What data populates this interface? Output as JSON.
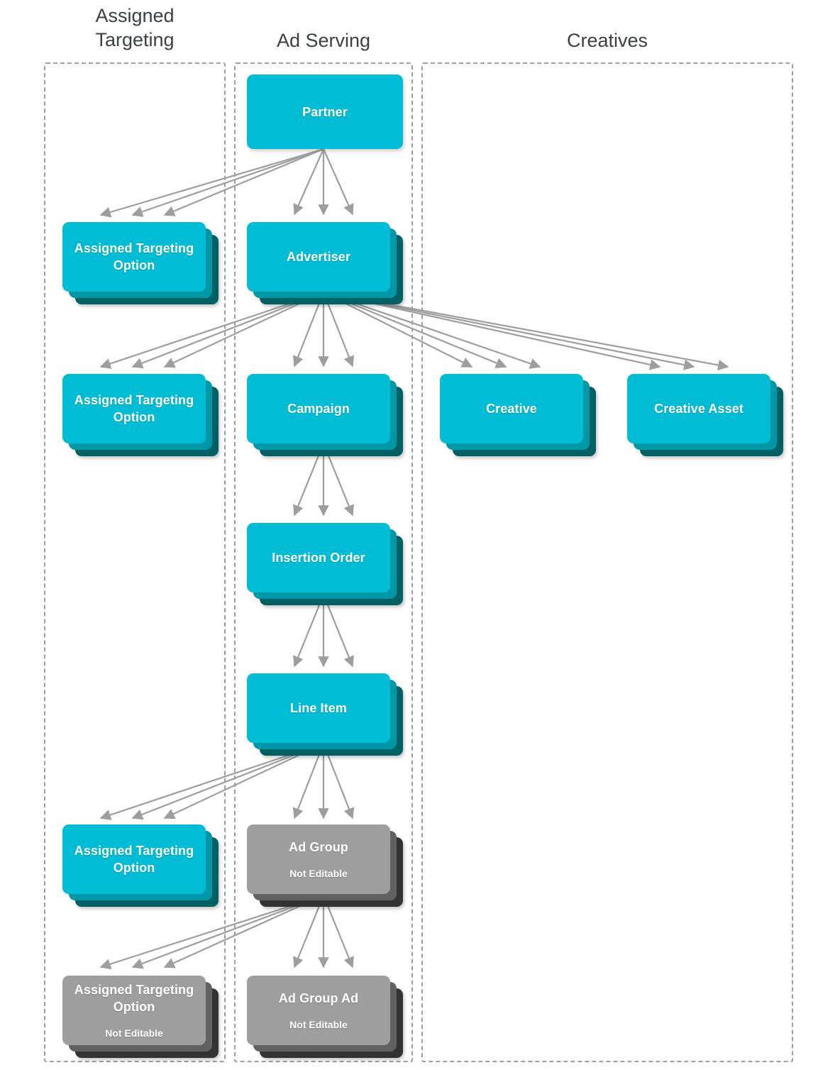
{
  "diagram": {
    "title_note": "Display & Video 360 API resource hierarchy",
    "background": "#ffffff",
    "colors": {
      "editable_front": "#00bcd4",
      "editable_mid": "#0097a7",
      "editable_back": "#006064",
      "locked_front": "#9e9e9e",
      "locked_mid": "#616161",
      "locked_back": "#333333",
      "arrow": "#9e9e9e",
      "region_border": "#9e9e9e",
      "column_title": "#3c4043",
      "node_text": "#ffffff"
    },
    "columns": [
      {
        "id": "assigned-targeting",
        "label": "Assigned\nTargeting"
      },
      {
        "id": "ad-serving",
        "label": "Ad Serving"
      },
      {
        "id": "creatives",
        "label": "Creatives"
      }
    ],
    "nodes": [
      {
        "id": "partner",
        "title": "Partner",
        "sub": "",
        "stacked": false,
        "editable": true,
        "column": "ad-serving"
      },
      {
        "id": "ato-partner",
        "title": "Assigned Targeting Option",
        "sub": "",
        "stacked": true,
        "editable": true,
        "column": "assigned-targeting"
      },
      {
        "id": "advertiser",
        "title": "Advertiser",
        "sub": "",
        "stacked": true,
        "editable": true,
        "column": "ad-serving"
      },
      {
        "id": "ato-advertiser",
        "title": "Assigned Targeting Option",
        "sub": "",
        "stacked": true,
        "editable": true,
        "column": "assigned-targeting"
      },
      {
        "id": "campaign",
        "title": "Campaign",
        "sub": "",
        "stacked": true,
        "editable": true,
        "column": "ad-serving"
      },
      {
        "id": "creative",
        "title": "Creative",
        "sub": "",
        "stacked": true,
        "editable": true,
        "column": "creatives"
      },
      {
        "id": "creative-asset",
        "title": "Creative Asset",
        "sub": "",
        "stacked": true,
        "editable": true,
        "column": "creatives"
      },
      {
        "id": "insertion-order",
        "title": "Insertion Order",
        "sub": "",
        "stacked": true,
        "editable": true,
        "column": "ad-serving"
      },
      {
        "id": "line-item",
        "title": "Line Item",
        "sub": "",
        "stacked": true,
        "editable": true,
        "column": "ad-serving"
      },
      {
        "id": "ato-line-item",
        "title": "Assigned Targeting Option",
        "sub": "",
        "stacked": true,
        "editable": true,
        "column": "assigned-targeting"
      },
      {
        "id": "ad-group",
        "title": "Ad Group",
        "sub": "Not Editable",
        "stacked": true,
        "editable": false,
        "column": "ad-serving"
      },
      {
        "id": "ato-ad-group",
        "title": "Assigned Targeting Option",
        "sub": "Not Editable",
        "stacked": true,
        "editable": false,
        "column": "assigned-targeting"
      },
      {
        "id": "ad-group-ad",
        "title": "Ad Group Ad",
        "sub": "Not Editable",
        "stacked": true,
        "editable": false,
        "column": "ad-serving"
      }
    ],
    "edges": [
      {
        "from": "partner",
        "to": "ato-partner",
        "multiplicity": 3
      },
      {
        "from": "partner",
        "to": "advertiser",
        "multiplicity": 3
      },
      {
        "from": "advertiser",
        "to": "ato-advertiser",
        "multiplicity": 3
      },
      {
        "from": "advertiser",
        "to": "campaign",
        "multiplicity": 3
      },
      {
        "from": "advertiser",
        "to": "creative",
        "multiplicity": 3
      },
      {
        "from": "advertiser",
        "to": "creative-asset",
        "multiplicity": 3
      },
      {
        "from": "campaign",
        "to": "insertion-order",
        "multiplicity": 3
      },
      {
        "from": "insertion-order",
        "to": "line-item",
        "multiplicity": 3
      },
      {
        "from": "line-item",
        "to": "ato-line-item",
        "multiplicity": 3
      },
      {
        "from": "line-item",
        "to": "ad-group",
        "multiplicity": 3
      },
      {
        "from": "ad-group",
        "to": "ato-ad-group",
        "multiplicity": 3
      },
      {
        "from": "ad-group",
        "to": "ad-group-ad",
        "multiplicity": 3
      }
    ]
  }
}
